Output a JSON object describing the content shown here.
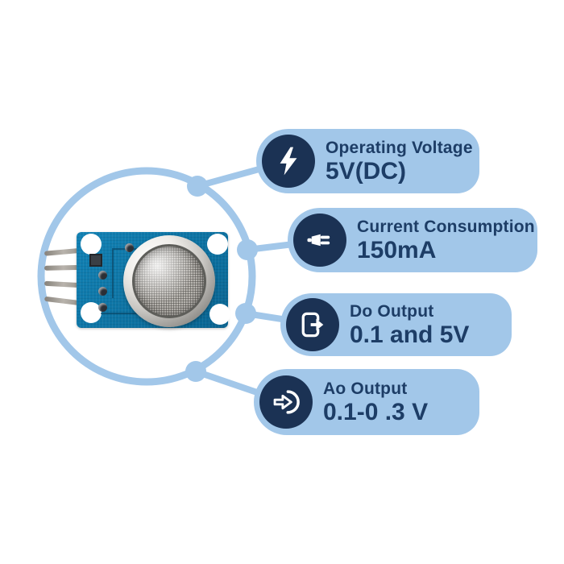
{
  "colors": {
    "accent_light": "#a2c7e9",
    "accent_dark": "#1b3254",
    "text_dark": "#1d3d66",
    "icon_fg": "#ffffff",
    "pcb_blue": "#1282b5",
    "pcb_blue_dark": "#0b6d9c",
    "mesh_gray": "#b9b6b1"
  },
  "device": {
    "name": "gas-sensor-module",
    "pin_count": 4
  },
  "callouts": [
    {
      "id": "operating-voltage",
      "icon": "lightning-icon",
      "title": "Operating Voltage",
      "value": "5V(DC)"
    },
    {
      "id": "current-consumption",
      "icon": "plug-icon",
      "title": "Current Consumption",
      "value": "150mA"
    },
    {
      "id": "do-output",
      "icon": "export-arrow-icon",
      "title": "Do Output",
      "value": "0.1 and 5V"
    },
    {
      "id": "ao-output",
      "icon": "enter-arrow-icon",
      "title": "Ao Output",
      "value": "0.1-0 .3 V"
    }
  ]
}
